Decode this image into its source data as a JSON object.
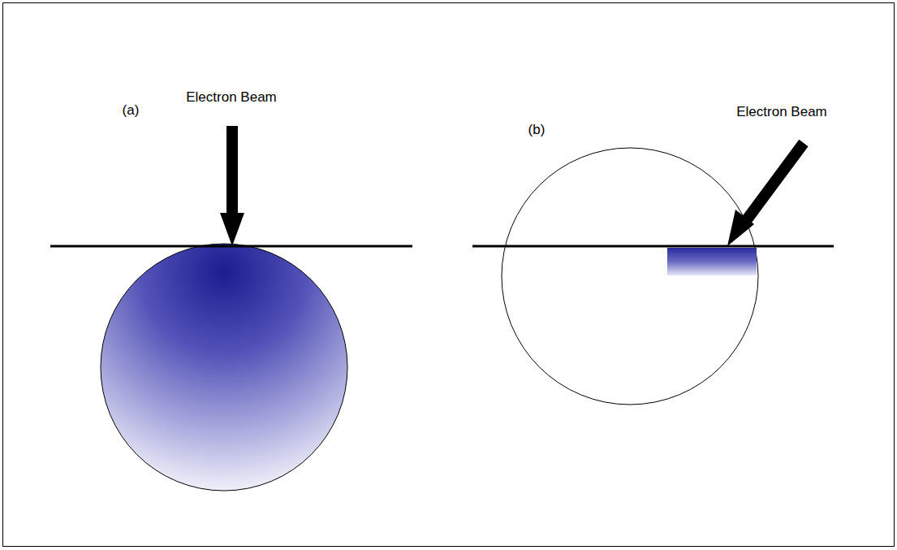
{
  "diagram": {
    "labels": [
      "(a)",
      "Electron Beam",
      "(b)",
      "Electron Beam"
    ]
  }
}
